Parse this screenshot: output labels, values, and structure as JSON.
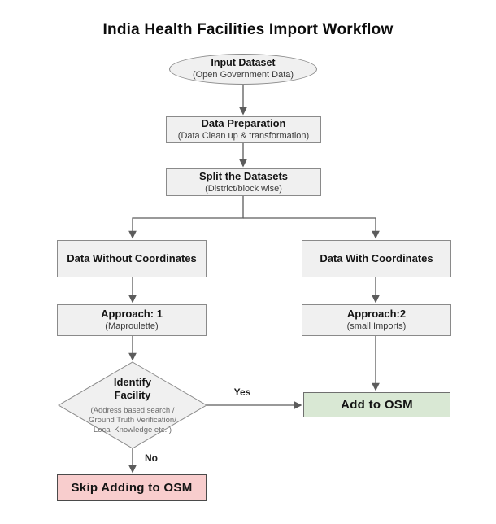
{
  "title": "India Health Facilities Import Workflow",
  "colors": {
    "box_fill": "#f0f0f0",
    "box_border": "#8a8a8a",
    "green_fill": "#d9e8d4",
    "green_border": "#6f6f6f",
    "pink_fill": "#f8cdcd",
    "pink_border": "#4a4a4a",
    "arrow": "#5c5c5c"
  },
  "nodes": {
    "input_dataset": {
      "label": "Input Dataset",
      "sublabel": "(Open Government Data)"
    },
    "data_preparation": {
      "label": "Data Preparation",
      "sublabel": "(Data Clean up & transformation)"
    },
    "split_datasets": {
      "label": "Split the Datasets",
      "sublabel": "(District/block wise)"
    },
    "data_without_coordinates": {
      "label": "Data Without Coordinates"
    },
    "data_with_coordinates": {
      "label": "Data With Coordinates"
    },
    "approach_1": {
      "label": "Approach: 1",
      "sublabel": "(Maproulette)"
    },
    "approach_2": {
      "label": "Approach:2",
      "sublabel": "(small Imports)"
    },
    "identify_facility": {
      "label": "Identify\nFacility",
      "sublabel": "(Address based search /\nGround Truth Verification/\nLocal Knowledge etc..)"
    },
    "add_to_osm": {
      "label": "Add to OSM"
    },
    "skip_adding_to_osm": {
      "label": "Skip Adding to OSM"
    }
  },
  "edge_labels": {
    "yes": "Yes",
    "no": "No"
  }
}
